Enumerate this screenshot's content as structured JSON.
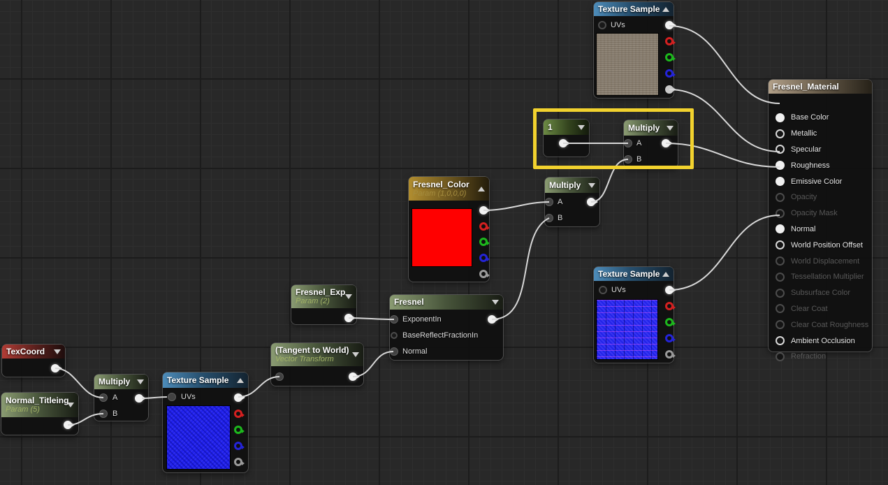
{
  "colors": {
    "selection_highlight": "#f2d22e",
    "wire": "#d8d8d8",
    "fresnel_color_swatch": "#ff0000",
    "normal_map_blue": "#2222ea"
  },
  "graph": {
    "tex_top": {
      "title": "Texture Sample",
      "uvs": "UVs"
    },
    "material": {
      "title": "Fresnel_Material",
      "pins": [
        {
          "label": "Base Color",
          "state": "connected"
        },
        {
          "label": "Metallic",
          "state": "enabled"
        },
        {
          "label": "Specular",
          "state": "enabled"
        },
        {
          "label": "Roughness",
          "state": "connected"
        },
        {
          "label": "Emissive Color",
          "state": "connected"
        },
        {
          "label": "Opacity",
          "state": "disabled"
        },
        {
          "label": "Opacity Mask",
          "state": "disabled"
        },
        {
          "label": "Normal",
          "state": "connected"
        },
        {
          "label": "World Position Offset",
          "state": "enabled"
        },
        {
          "label": "World Displacement",
          "state": "disabled"
        },
        {
          "label": "Tessellation Multiplier",
          "state": "disabled"
        },
        {
          "label": "Subsurface Color",
          "state": "disabled"
        },
        {
          "label": "Clear Coat",
          "state": "disabled"
        },
        {
          "label": "Clear Coat Roughness",
          "state": "disabled"
        },
        {
          "label": "Ambient Occlusion",
          "state": "enabled"
        },
        {
          "label": "Refraction",
          "state": "disabled"
        }
      ]
    },
    "const_one": {
      "title": "1"
    },
    "mul_sel": {
      "title": "Multiply",
      "a": "A",
      "b": "B"
    },
    "fresnel_color": {
      "title": "Fresnel_Color",
      "subtitle": "Param (1,0,0,0)"
    },
    "mul_mid": {
      "title": "Multiply",
      "a": "A",
      "b": "B"
    },
    "tex_mid": {
      "title": "Texture Sample",
      "uvs": "UVs"
    },
    "fresnel_exp": {
      "title": "Fresnel_Exp",
      "subtitle": "Param (2)"
    },
    "fresnel": {
      "title": "Fresnel",
      "pins": [
        "ExponentIn",
        "BaseReflectFractionIn",
        "Normal"
      ]
    },
    "transform": {
      "title": "(Tangent to World)",
      "subtitle": "Vector Transform"
    },
    "texcoord": {
      "title": "TexCoord"
    },
    "normal_tiling": {
      "title": "Normal_Titleing",
      "subtitle": "Param (5)"
    },
    "mul_bot": {
      "title": "Multiply",
      "a": "A",
      "b": "B"
    },
    "tex_bot": {
      "title": "Texture Sample",
      "uvs": "UVs"
    }
  }
}
